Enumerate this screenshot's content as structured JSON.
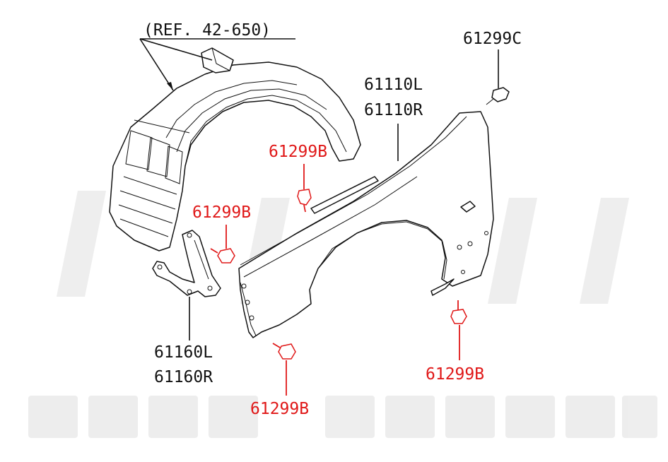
{
  "diagram": {
    "ref_label": "(REF. 42-650)",
    "labels": {
      "clip_top": "61299C",
      "fender_l": "61110L",
      "fender_r": "61110R",
      "bolt_upper": "61299B",
      "bolt_left": "61299B",
      "bracket_l": "61160L",
      "bracket_r": "61160R",
      "bolt_bottom_left": "61299B",
      "bolt_bottom_right": "61299B"
    },
    "colors": {
      "callout_black": "#111111",
      "callout_red": "#e01818"
    }
  }
}
